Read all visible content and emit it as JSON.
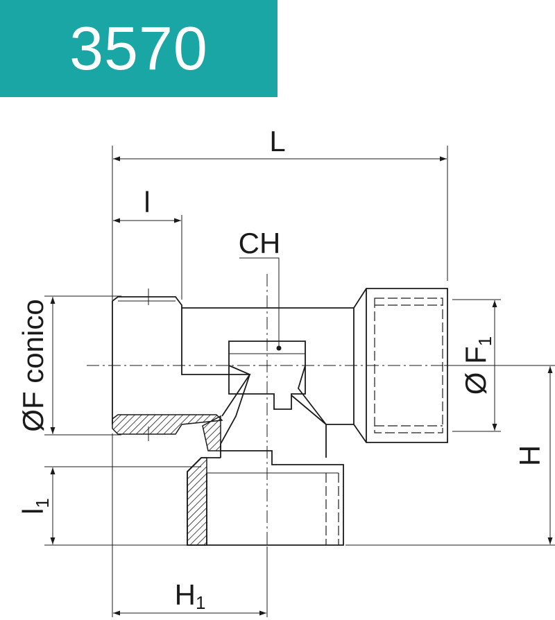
{
  "header": {
    "product_code": "3570",
    "badge_color": "#1aa6a5"
  },
  "diagram": {
    "line_color": "#1a1a1a",
    "labels": {
      "L": "L",
      "l": "l",
      "CH": "CH",
      "F_conico": "ØF conico",
      "F1_prefix": "Ø F",
      "F1_sub": "1",
      "H": "H",
      "l1_main": "l",
      "l1_sub": "1",
      "H1_main": "H",
      "H1_sub": "1"
    }
  }
}
